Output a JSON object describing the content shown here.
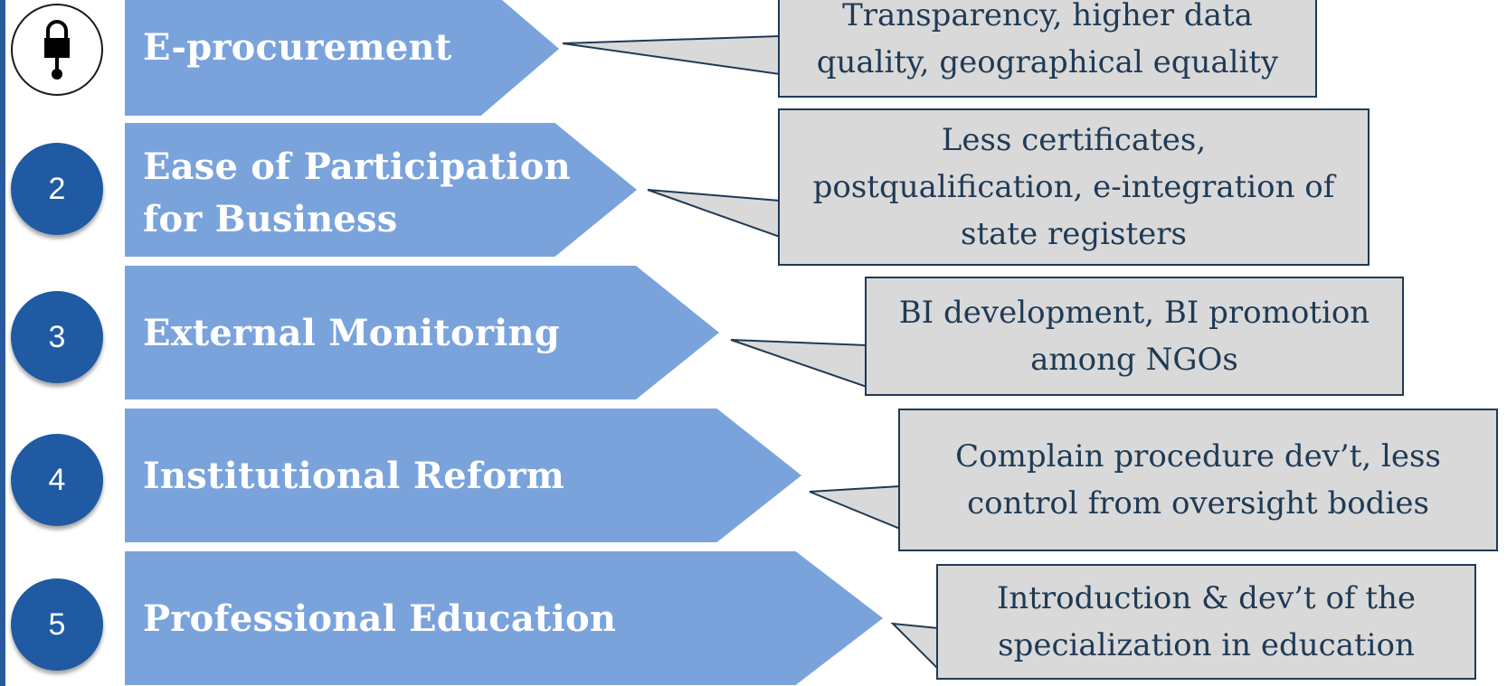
{
  "steps": [
    {
      "marker": "",
      "marker_icon": "lock-icon",
      "title": "E-procurement",
      "callout": "Transparency, higher data quality, geographical equality"
    },
    {
      "marker": "2",
      "title_lines": [
        "Ease of Participation",
        "for Business"
      ],
      "callout_lines": [
        "Less certificates,",
        "postqualification, e-integration of",
        "state registers"
      ]
    },
    {
      "marker": "3",
      "title": "External Monitoring",
      "callout_lines": [
        "BI development, BI promotion",
        "among NGOs"
      ]
    },
    {
      "marker": "4",
      "title": "Institutional Reform",
      "callout_lines": [
        "Complain procedure dev’t, less",
        "control from oversight bodies"
      ]
    },
    {
      "marker": "5",
      "title": "Professional Education",
      "callout_lines": [
        "Introduction & dev’t of the",
        "specialization in education"
      ]
    }
  ],
  "callout_1_lines": [
    "Transparency, higher data",
    "quality, geographical equality"
  ],
  "colors": {
    "arrow_fill": "#7aa3dc",
    "circle_fill": "#1f5aa3",
    "callout_fill": "#d9d9d9",
    "callout_border": "#1f3a55",
    "text_dark": "#1f3a55"
  }
}
